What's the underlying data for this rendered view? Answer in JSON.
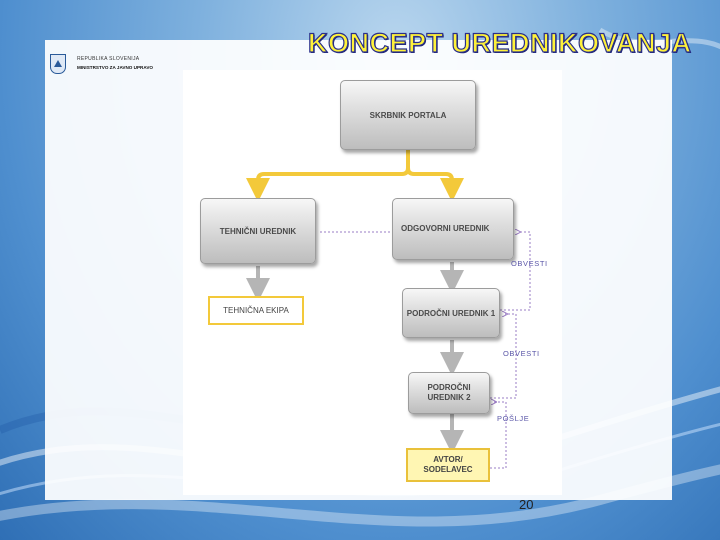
{
  "header": {
    "ministry_line1": "REPUBLIKA SLOVENIJA",
    "ministry_line2": "MINISTRSTVO ZA JAVNO UPRAVO",
    "title": "KONCEPT UREDNIKOVANJA"
  },
  "diagram": {
    "nodes": {
      "skrbnik": "SKRBNIK PORTALA",
      "tehnicni": "TEHNIČNI UREDNIK",
      "odgovorni": "ODGOVORNI UREDNIK",
      "ekipa": "TEHNIČNA EKIPA",
      "podrocni1": "PODROČNI UREDNIK 1",
      "podrocni2_line1": "PODROČNI",
      "podrocni2_line2": "UREDNIK 2",
      "avtor_line1": "AVTOR/",
      "avtor_line2": "SODELAVEC"
    },
    "labels": {
      "obvesti1": "OBVESTI",
      "obvesti2": "OBVESTI",
      "poslje": "POŠLJE"
    }
  },
  "footer": {
    "page_number": "20"
  },
  "colors": {
    "title_fill": "#fff23a",
    "title_outline": "#2a2f8a",
    "connector_yellow": "#f3c93a",
    "dashed_purple": "#9a7cc4",
    "box_gray": "#cfcfcf"
  }
}
